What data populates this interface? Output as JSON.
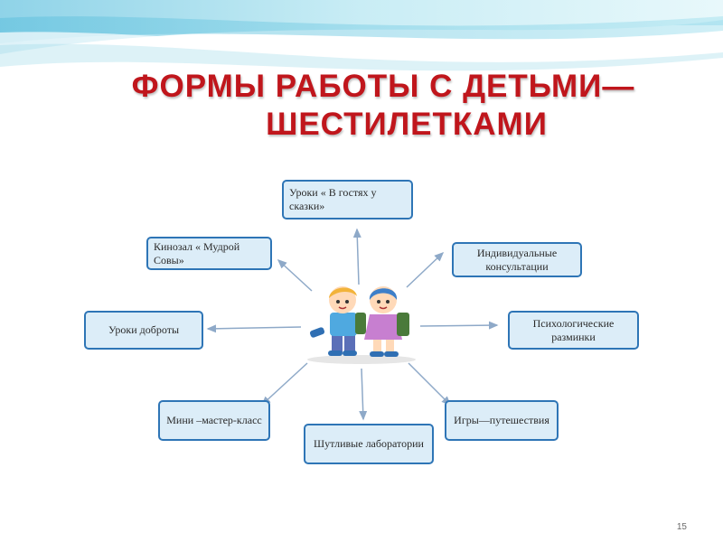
{
  "title": {
    "line1": "ФОРМЫ  РАБОТЫ  С  ДЕТЬМИ—",
    "line2": "ШЕСТИЛЕТКАМИ"
  },
  "nodes": {
    "fairy_tale_lessons": "Уроки  « В гостях у сказки»",
    "cinema_owl": "Кинозал « Мудрой Совы»",
    "individual_consultations": "Индивидуальные консультации",
    "kindness_lessons": "Уроки доброты",
    "psych_warmups": "Психологические разминки",
    "mini_master_class": "Мини –мастер-класс",
    "travel_games": "Игры—путешествия",
    "fun_labs": "Шутливые лаборатории"
  },
  "page_number": "15",
  "colors": {
    "title": "#c0161c",
    "node_border": "#2e75b6",
    "node_fill": "#dcedf8",
    "arrow": "#8ea9c8"
  }
}
